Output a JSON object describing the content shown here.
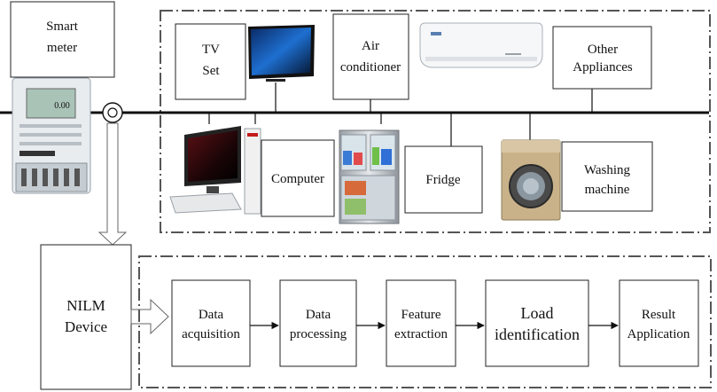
{
  "labels": {
    "smart_meter": [
      "Smart",
      "meter"
    ],
    "tv": [
      "TV",
      "Set"
    ],
    "air_conditioner": [
      "Air",
      "conditioner"
    ],
    "other_appliances": [
      "Other",
      "Appliances"
    ],
    "computer": [
      "Computer"
    ],
    "fridge": [
      "Fridge"
    ],
    "washing_machine": [
      "Washing",
      "machine"
    ],
    "nilm_device": [
      "NILM",
      "Device"
    ]
  },
  "pipeline": [
    {
      "lines": [
        "Data",
        "acquisition"
      ]
    },
    {
      "lines": [
        "Data",
        "processing"
      ]
    },
    {
      "lines": [
        "Feature",
        "extraction"
      ]
    },
    {
      "lines": [
        "Load",
        "identification"
      ]
    },
    {
      "lines": [
        "Result",
        "Application"
      ]
    }
  ],
  "meter_display": "0.00",
  "colors": {
    "frame": "#555555",
    "meter_body": "#e8ecef",
    "meter_screen": "#a9c3b7",
    "screen_blue": "#1e5fb5",
    "washer_body": "#c9b28a"
  },
  "icons": [
    "smart-meter-icon",
    "tv-icon",
    "air-conditioner-icon",
    "computer-icon",
    "fridge-icon",
    "washing-machine-icon",
    "current-sensor-icon"
  ]
}
